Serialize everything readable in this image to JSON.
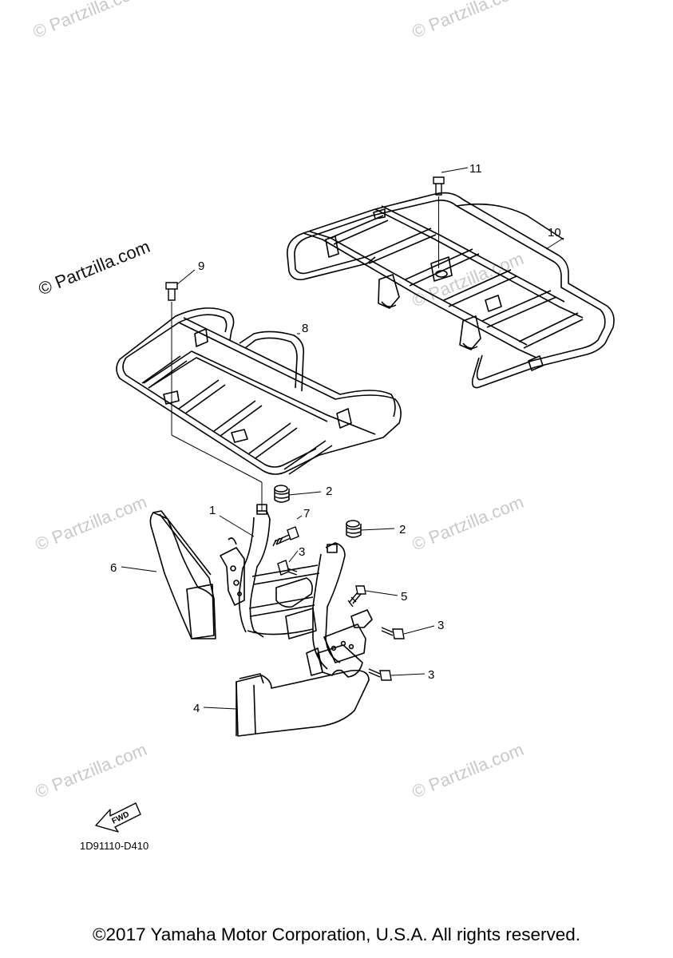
{
  "watermark": {
    "main_text": "© Partzilla.com",
    "tile_text": "© Partzilla.com"
  },
  "callouts": [
    "1",
    "2",
    "2",
    "3",
    "3",
    "3",
    "4",
    "5",
    "6",
    "7",
    "8",
    "9",
    "10",
    "11"
  ],
  "diagram_code": "1D91110-D410",
  "fwd_label": "FWD",
  "copyright": "©2017 Yamaha Motor Corporation, U.S.A. All rights reserved."
}
